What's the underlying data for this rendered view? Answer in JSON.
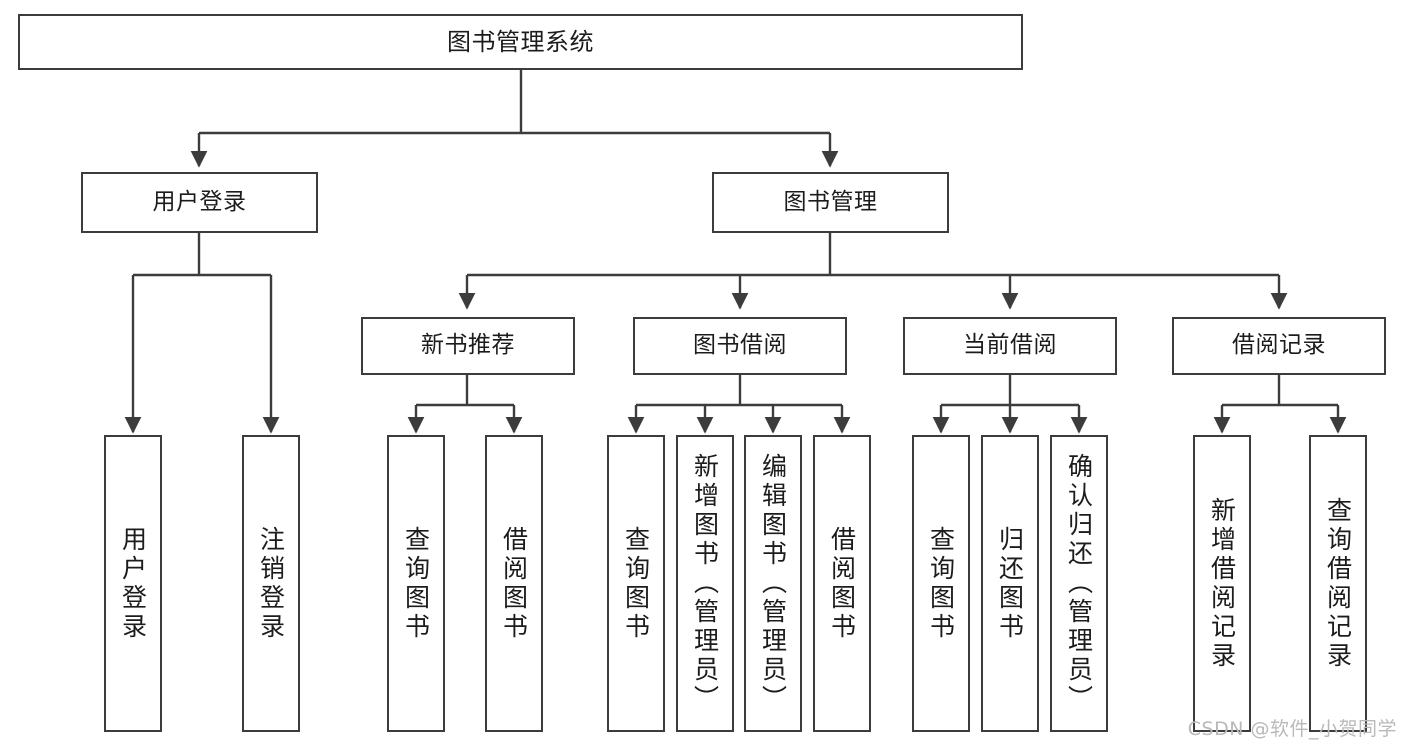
{
  "diagram": {
    "title": "图书管理系统",
    "watermark": "CSDN @软件_小贺同学",
    "root": {
      "label": "图书管理系统"
    },
    "level1": [
      {
        "label": "用户登录"
      },
      {
        "label": "图书管理"
      }
    ],
    "level2": [
      {
        "label": "新书推荐"
      },
      {
        "label": "图书借阅"
      },
      {
        "label": "当前借阅"
      },
      {
        "label": "借阅记录"
      }
    ],
    "leaves": {
      "user_login": [
        {
          "label": "用户登录"
        },
        {
          "label": "注销登录"
        }
      ],
      "new_book": [
        {
          "label": "查询图书"
        },
        {
          "label": "借阅图书"
        }
      ],
      "borrow": [
        {
          "label": "查询图书"
        },
        {
          "label": "新增图书（管理员）"
        },
        {
          "label": "编辑图书（管理员）"
        },
        {
          "label": "借阅图书"
        }
      ],
      "current": [
        {
          "label": "查询图书"
        },
        {
          "label": "归还图书"
        },
        {
          "label": "确认归还（管理员）"
        }
      ],
      "records": [
        {
          "label": "新增借阅记录"
        },
        {
          "label": "查询借阅记录"
        }
      ]
    },
    "colors": {
      "border": "#3c3c3c",
      "background": "#ffffff",
      "text": "#1c1c1c",
      "watermark": "#b9b9b9"
    }
  }
}
